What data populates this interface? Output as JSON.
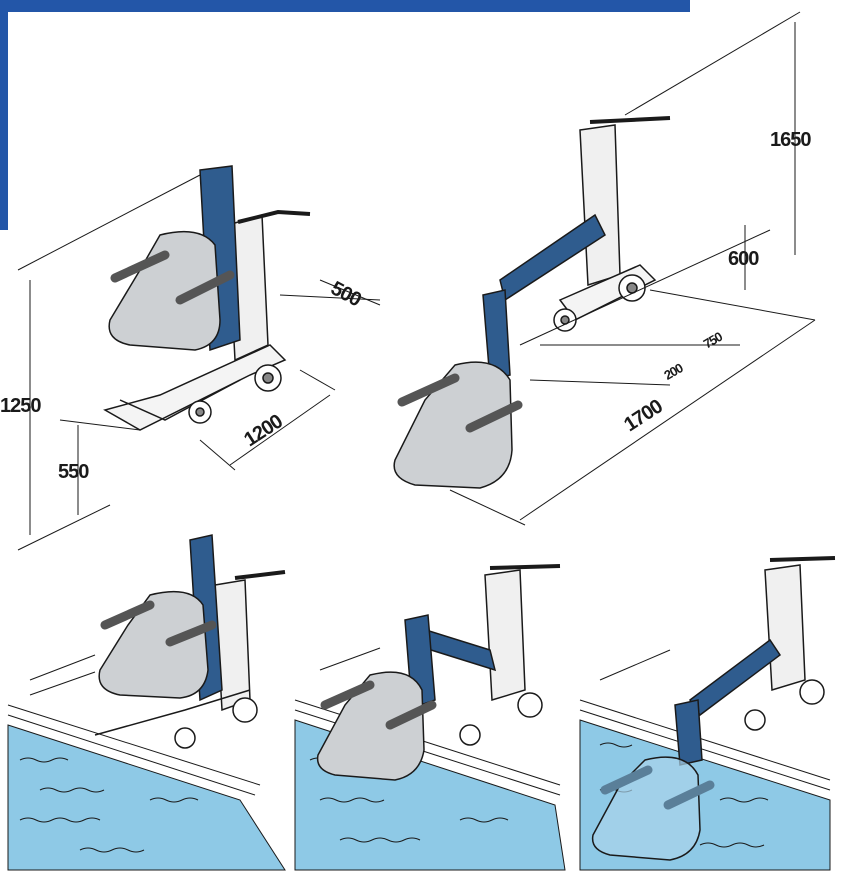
{
  "colors": {
    "banner": "#2356a8",
    "mast": "#2f5c8e",
    "seat": "#cdd0d3",
    "water": "#8ec9e6",
    "ink": "#1a1a1a"
  },
  "dimensions": {
    "height_total_lowered": "1250",
    "seat_height": "550",
    "width": "500",
    "length_lowered": "1200",
    "height_total_raised": "1650",
    "seat_raised_height": "600",
    "offset_750": "750",
    "offset_200": "200",
    "length_extended": "1700"
  }
}
